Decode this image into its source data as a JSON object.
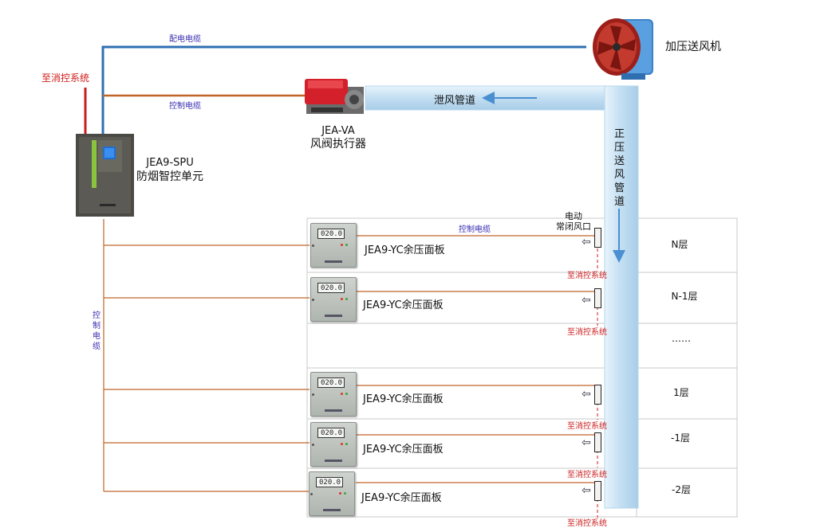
{
  "cables": {
    "power_cable": "配电电缆",
    "control_cable_top": "控制电缆",
    "control_cable_floor": "控制电缆",
    "control_cable_vertical": "控\n制\n电\n缆"
  },
  "fire_system": "至消控系统",
  "fan": {
    "name": "加压送风机"
  },
  "actuator": {
    "model": "JEA-VA",
    "name": "风阀执行器"
  },
  "exhaust_duct": "泄风管道",
  "pressure_duct": "正\n压\n送\n风\n管\n道",
  "controller": {
    "model": "JEA9-SPU",
    "name": "防烟智控单元"
  },
  "damper_label": "电动\n常闭风口",
  "panels": [
    {
      "label": "JEA9-YC余压面板",
      "lcd": "020.0",
      "floor": "N层",
      "fire_system": "至消控系统"
    },
    {
      "label": "JEA9-YC余压面板",
      "lcd": "020.0",
      "floor": "N-1层",
      "fire_system": "至消控系统"
    },
    {
      "floor": "……"
    },
    {
      "label": "JEA9-YC余压面板",
      "lcd": "020.0",
      "floor": "1层",
      "fire_system": "至消控系统"
    },
    {
      "label": "JEA9-YC余压面板",
      "lcd": "020.0",
      "floor": "-1层",
      "fire_system": "至消控系统"
    },
    {
      "label": "JEA9-YC余压面板",
      "lcd": "020.0",
      "floor": "-2层",
      "fire_system": "至消控系统"
    }
  ],
  "colors": {
    "power_line": "#2e6fb3",
    "control_line": "#c0652a",
    "fire_line": "#c81e1e",
    "duct": "#c7e3f5"
  }
}
